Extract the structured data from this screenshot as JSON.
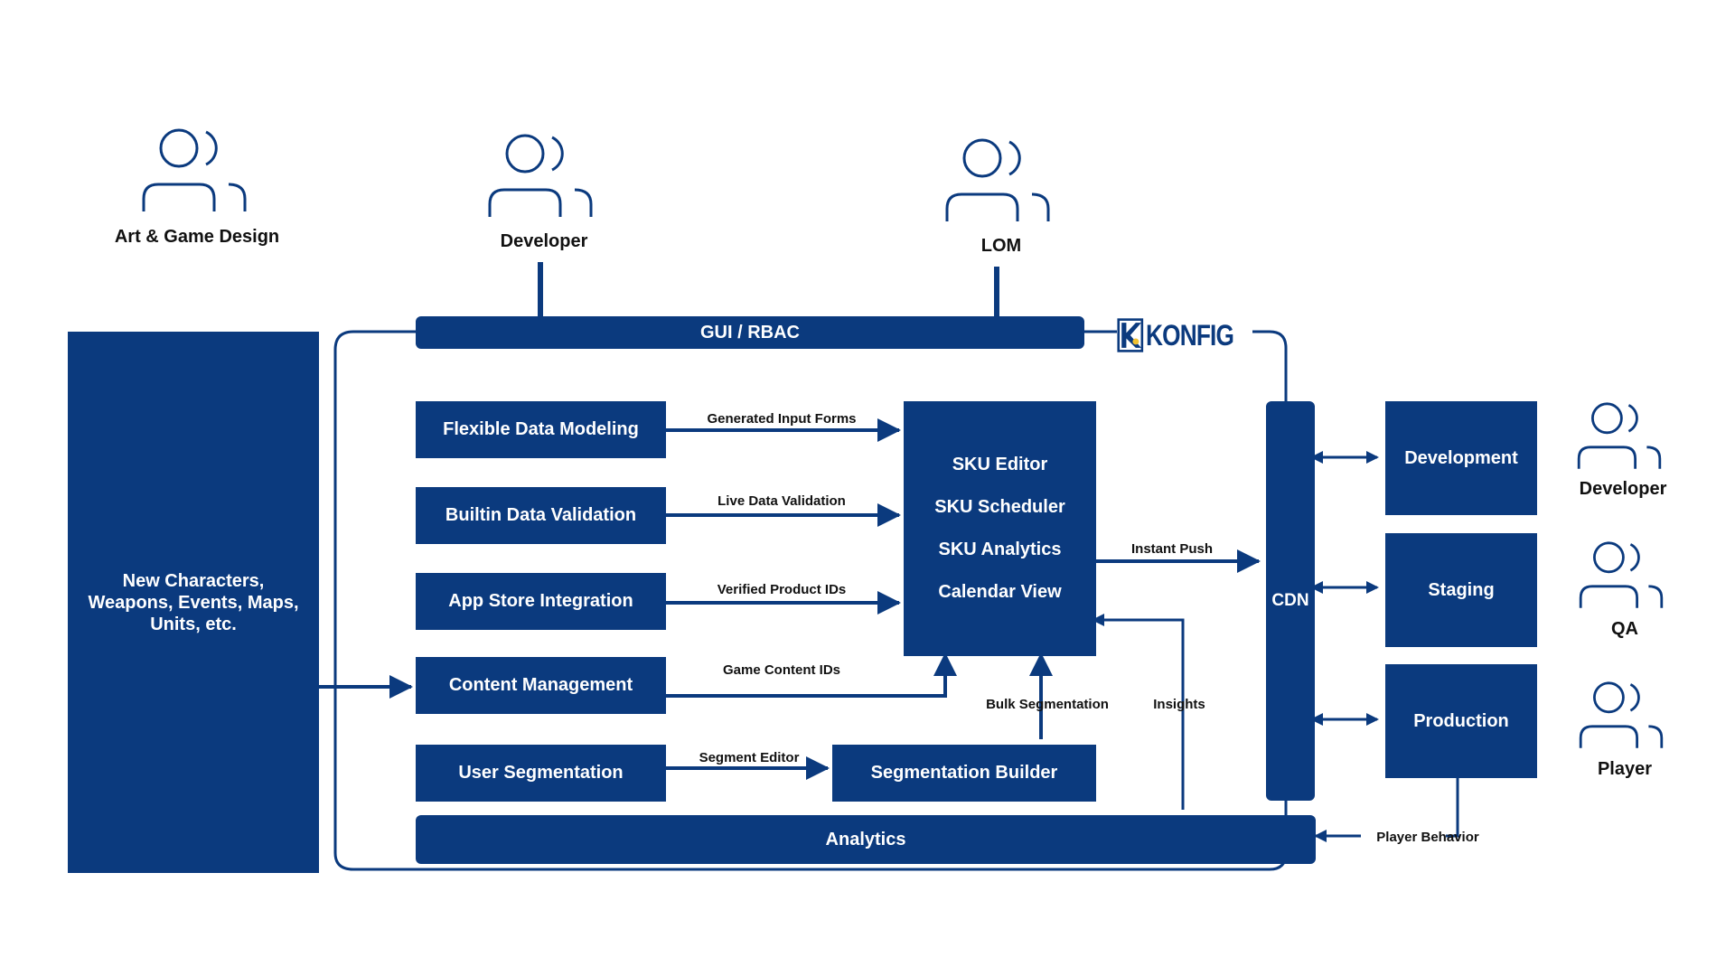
{
  "colors": {
    "primary": "#0b3a7e",
    "text": "#111111",
    "background": "#ffffff"
  },
  "personas": {
    "art": "Art & Game Design",
    "developer_top": "Developer",
    "lom": "LOM",
    "developer_right": "Developer",
    "qa": "QA",
    "player": "Player"
  },
  "left_panel": {
    "text": "New Characters, Weapons, Events, Maps, Units, etc."
  },
  "gui_bar": "GUI / RBAC",
  "logo": {
    "text": "KONFIG"
  },
  "features": {
    "flexible": "Flexible Data Modeling",
    "validation": "Builtin Data Validation",
    "appstore": "App Store Integration",
    "content": "Content Management",
    "usersegmentation": "User Segmentation"
  },
  "sku_panel": {
    "items": [
      "SKU Editor",
      "SKU Scheduler",
      "SKU Analytics",
      "Calendar View"
    ]
  },
  "segmentation_builder": "Segmentation Builder",
  "analytics": "Analytics",
  "cdn": "CDN",
  "environments": {
    "development": "Development",
    "staging": "Staging",
    "production": "Production"
  },
  "arrow_labels": {
    "generated_forms": "Generated Input Forms",
    "live_validation": "Live Data Validation",
    "verified_ids": "Verified Product IDs",
    "game_content_ids": "Game Content IDs",
    "segment_editor": "Segment Editor",
    "bulk_segmentation": "Bulk Segmentation",
    "insights": "Insights",
    "instant_push": "Instant Push",
    "player_behavior": "Player Behavior"
  }
}
